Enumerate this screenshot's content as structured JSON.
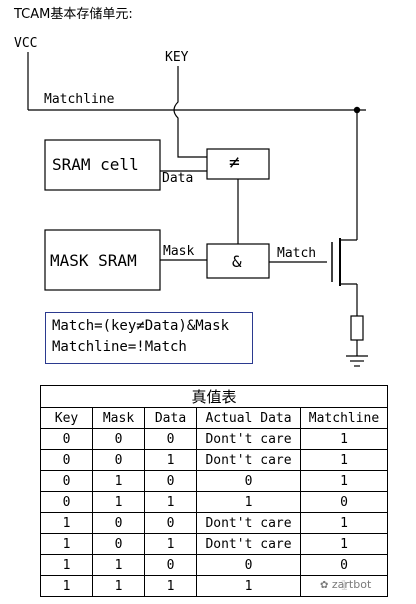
{
  "heading": "TCAM基本存储单元:",
  "circuit": {
    "vcc": "VCC",
    "key": "KEY",
    "matchline": "Matchline",
    "sram_cell": "SRAM cell",
    "data_label": "Data",
    "mask_sram": "MASK SRAM",
    "mask_label": "Mask",
    "neq_symbol": "≠",
    "and_symbol": "&",
    "match_label": "Match"
  },
  "formula": {
    "line1": "Match=(key≠Data)&Mask",
    "line2": "Matchline=!Match"
  },
  "truth_table": {
    "title": "真值表",
    "headers": [
      "Key",
      "Mask",
      "Data",
      "Actual Data",
      "Matchline"
    ],
    "rows": [
      [
        "0",
        "0",
        "0",
        "Dont't care",
        "1"
      ],
      [
        "0",
        "0",
        "1",
        "Dont't care",
        "1"
      ],
      [
        "0",
        "1",
        "0",
        "0",
        "1"
      ],
      [
        "0",
        "1",
        "1",
        "1",
        "0"
      ],
      [
        "1",
        "0",
        "0",
        "Dont't care",
        "1"
      ],
      [
        "1",
        "0",
        "1",
        "Dont't care",
        "1"
      ],
      [
        "1",
        "1",
        "0",
        "0",
        "0"
      ],
      [
        "1",
        "1",
        "1",
        "1",
        "1"
      ]
    ]
  },
  "watermark": "zartbot"
}
